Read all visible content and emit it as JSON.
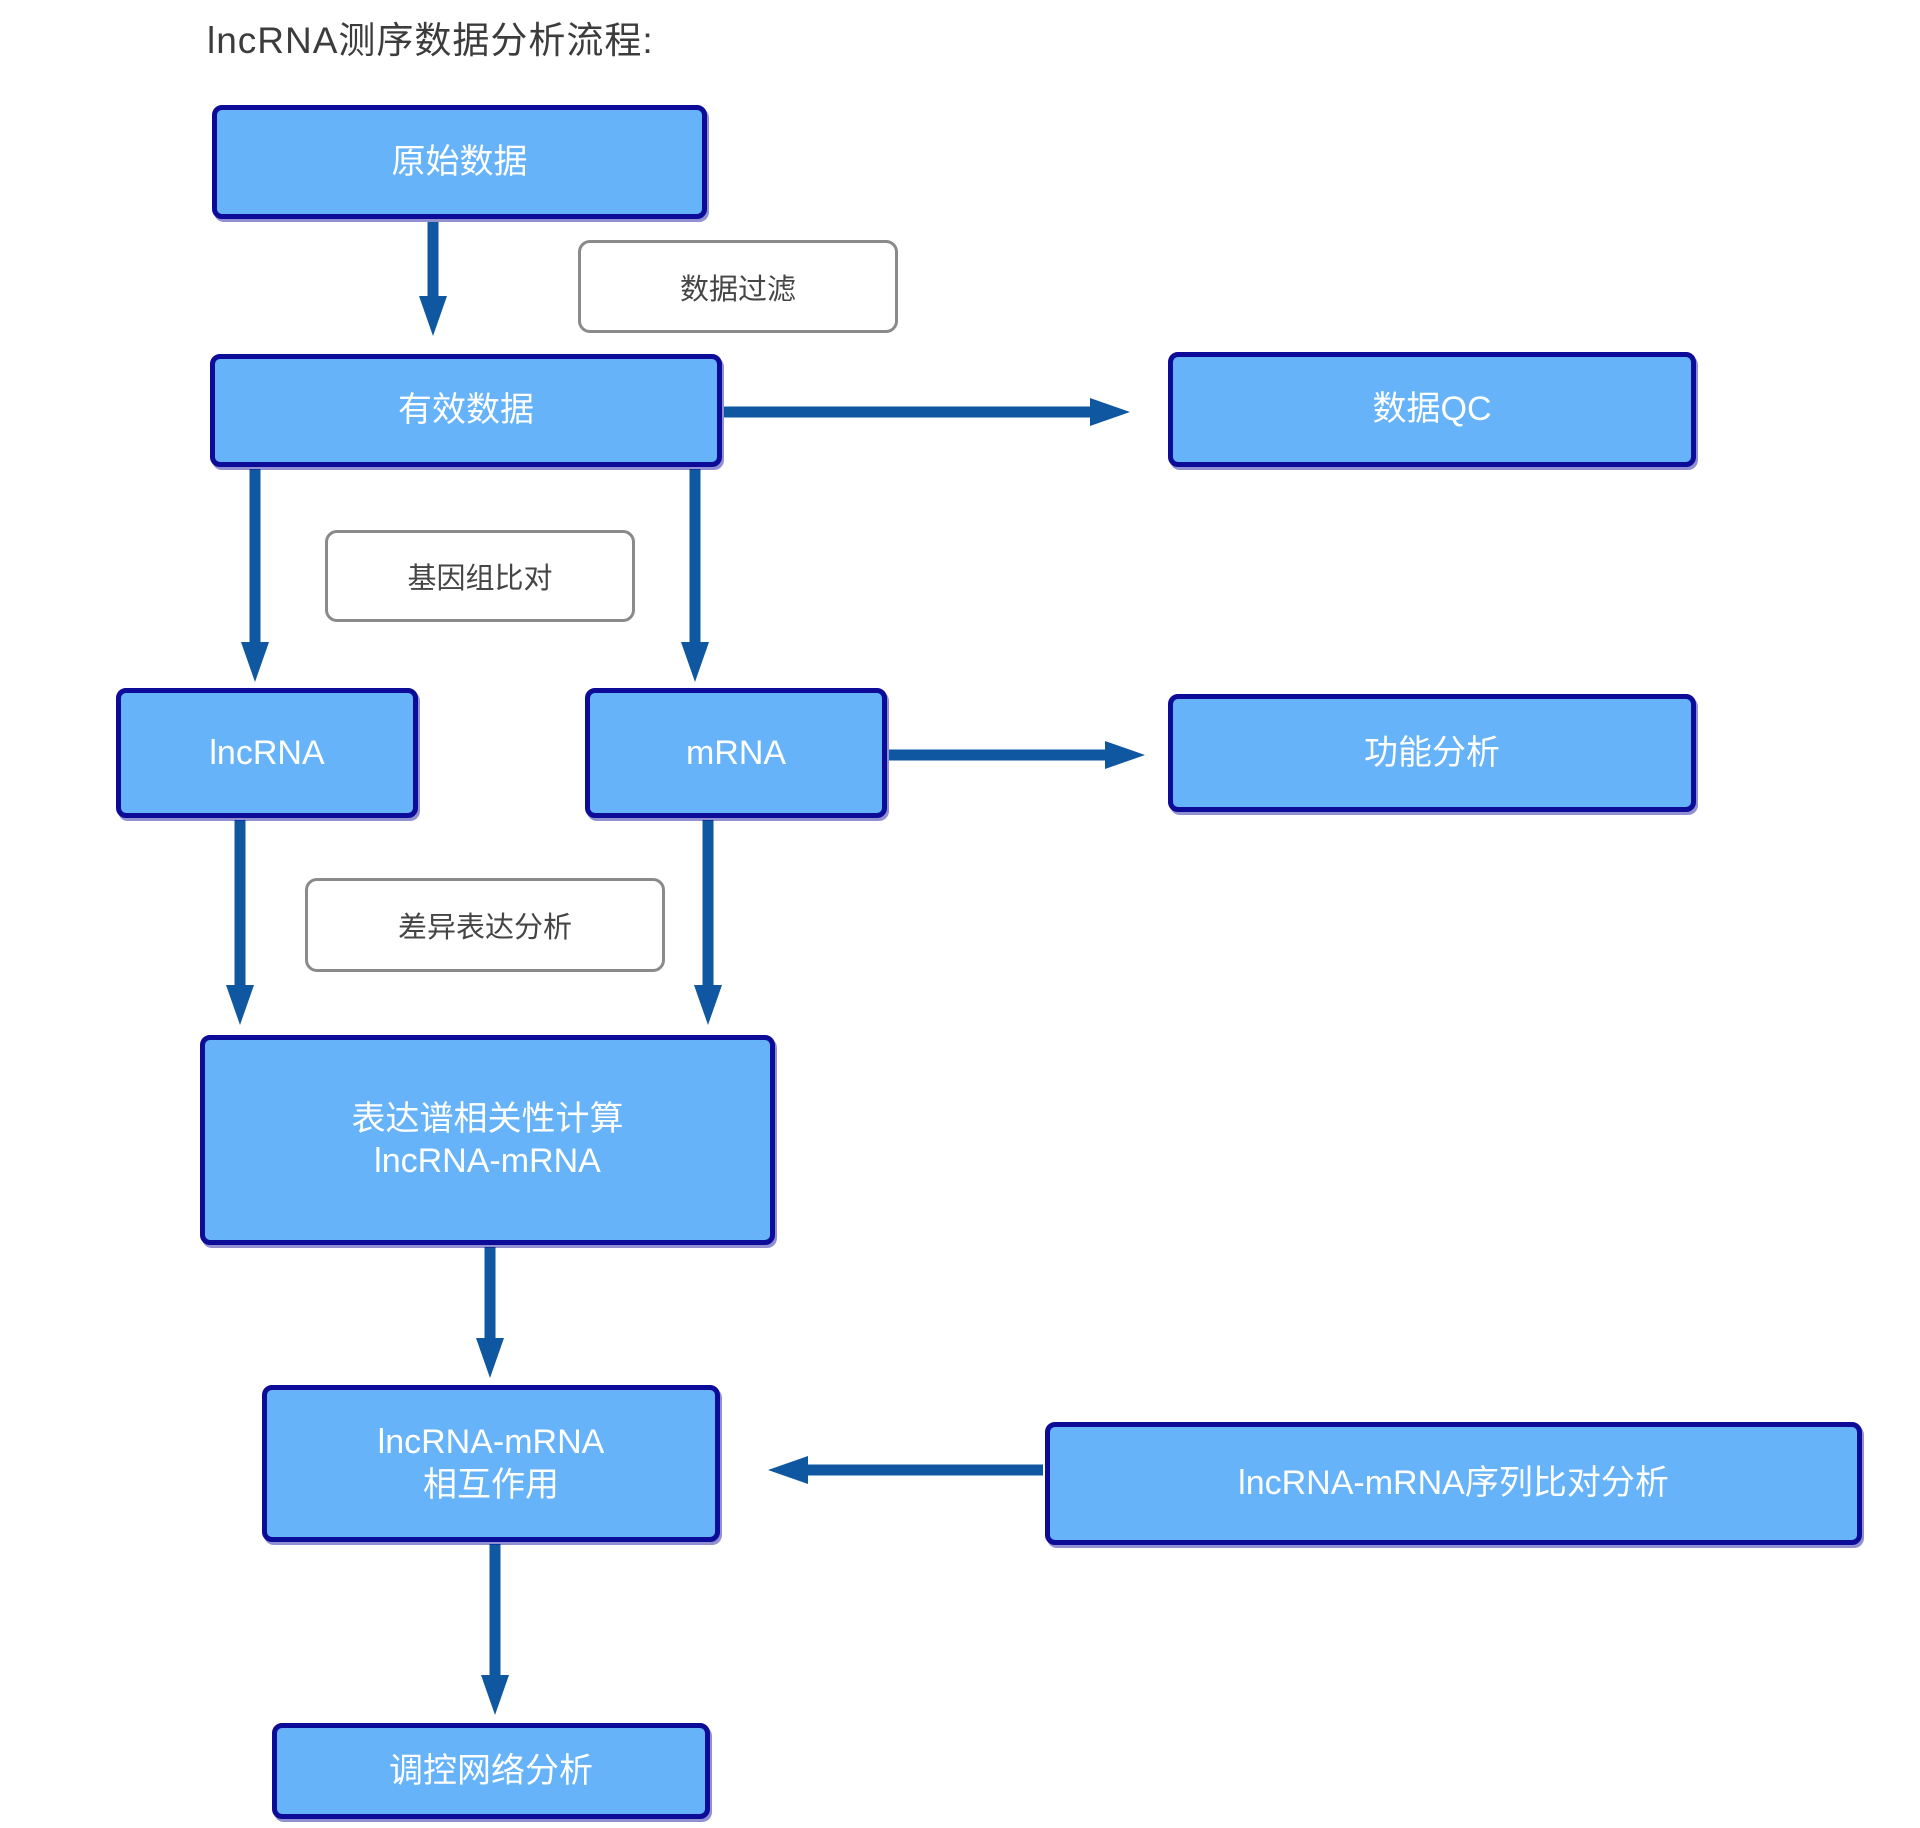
{
  "title": "lncRNA测序数据分析流程:",
  "colors": {
    "node_fill": "#66b3fa",
    "node_border": "#0c0c99",
    "node_text": "#ffffff",
    "arrow": "#0f57a0",
    "label_border": "#8a8a8a",
    "label_text": "#454545",
    "title_text": "#3c3c3c",
    "background": "#ffffff"
  },
  "nodes": {
    "raw_data": {
      "label": "原始数据"
    },
    "valid_data": {
      "label": "有效数据"
    },
    "data_qc": {
      "label": "数据QC"
    },
    "lncrna": {
      "label": "lncRNA"
    },
    "mrna": {
      "label": "mRNA"
    },
    "functional_analysis": {
      "label": "功能分析"
    },
    "correlation": {
      "line1": "表达谱相关性计算",
      "line2": "lncRNA-mRNA"
    },
    "interaction": {
      "line1": "lncRNA-mRNA",
      "line2": "相互作用"
    },
    "seq_alignment": {
      "label": "lncRNA-mRNA序列比对分析"
    },
    "network": {
      "label": "调控网络分析"
    }
  },
  "edge_labels": {
    "data_filter": "数据过滤",
    "genome_alignment": "基因组比对",
    "diff_expression": "差异表达分析"
  }
}
